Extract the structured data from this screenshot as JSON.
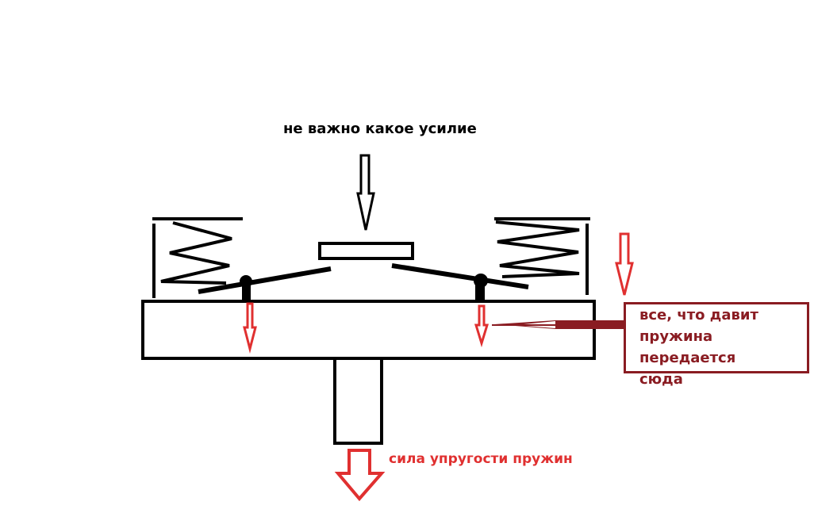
{
  "labels": {
    "top_force": "не важно какое усилие",
    "spring_force": "сила упругости пружин",
    "note": "все, что давит\nпружина передается\nсюда"
  },
  "colors": {
    "black": "#000000",
    "red": "#e03030",
    "dark_red": "#8a1c22"
  }
}
